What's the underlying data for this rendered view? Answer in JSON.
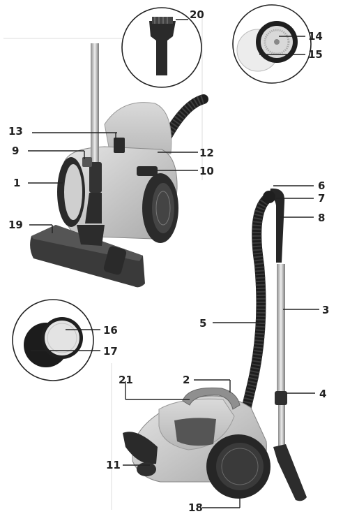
{
  "callouts": [
    {
      "id": "1",
      "text": "1"
    },
    {
      "id": "2",
      "text": "2"
    },
    {
      "id": "3",
      "text": "3"
    },
    {
      "id": "4",
      "text": "4"
    },
    {
      "id": "5",
      "text": "5"
    },
    {
      "id": "6",
      "text": "6"
    },
    {
      "id": "7",
      "text": "7"
    },
    {
      "id": "8",
      "text": "8"
    },
    {
      "id": "9",
      "text": "9"
    },
    {
      "id": "10",
      "text": "10"
    },
    {
      "id": "11",
      "text": "11"
    },
    {
      "id": "12",
      "text": "12"
    },
    {
      "id": "13",
      "text": "13"
    },
    {
      "id": "14",
      "text": "14"
    },
    {
      "id": "15",
      "text": "15"
    },
    {
      "id": "16",
      "text": "16"
    },
    {
      "id": "17",
      "text": "17"
    },
    {
      "id": "18",
      "text": "18"
    },
    {
      "id": "19",
      "text": "19"
    },
    {
      "id": "20",
      "text": "20"
    },
    {
      "id": "21",
      "text": "21"
    }
  ],
  "colors": {
    "body_silver": "#c9c9c9",
    "dark_plastic": "#2b2b2b",
    "line": "#222222"
  }
}
